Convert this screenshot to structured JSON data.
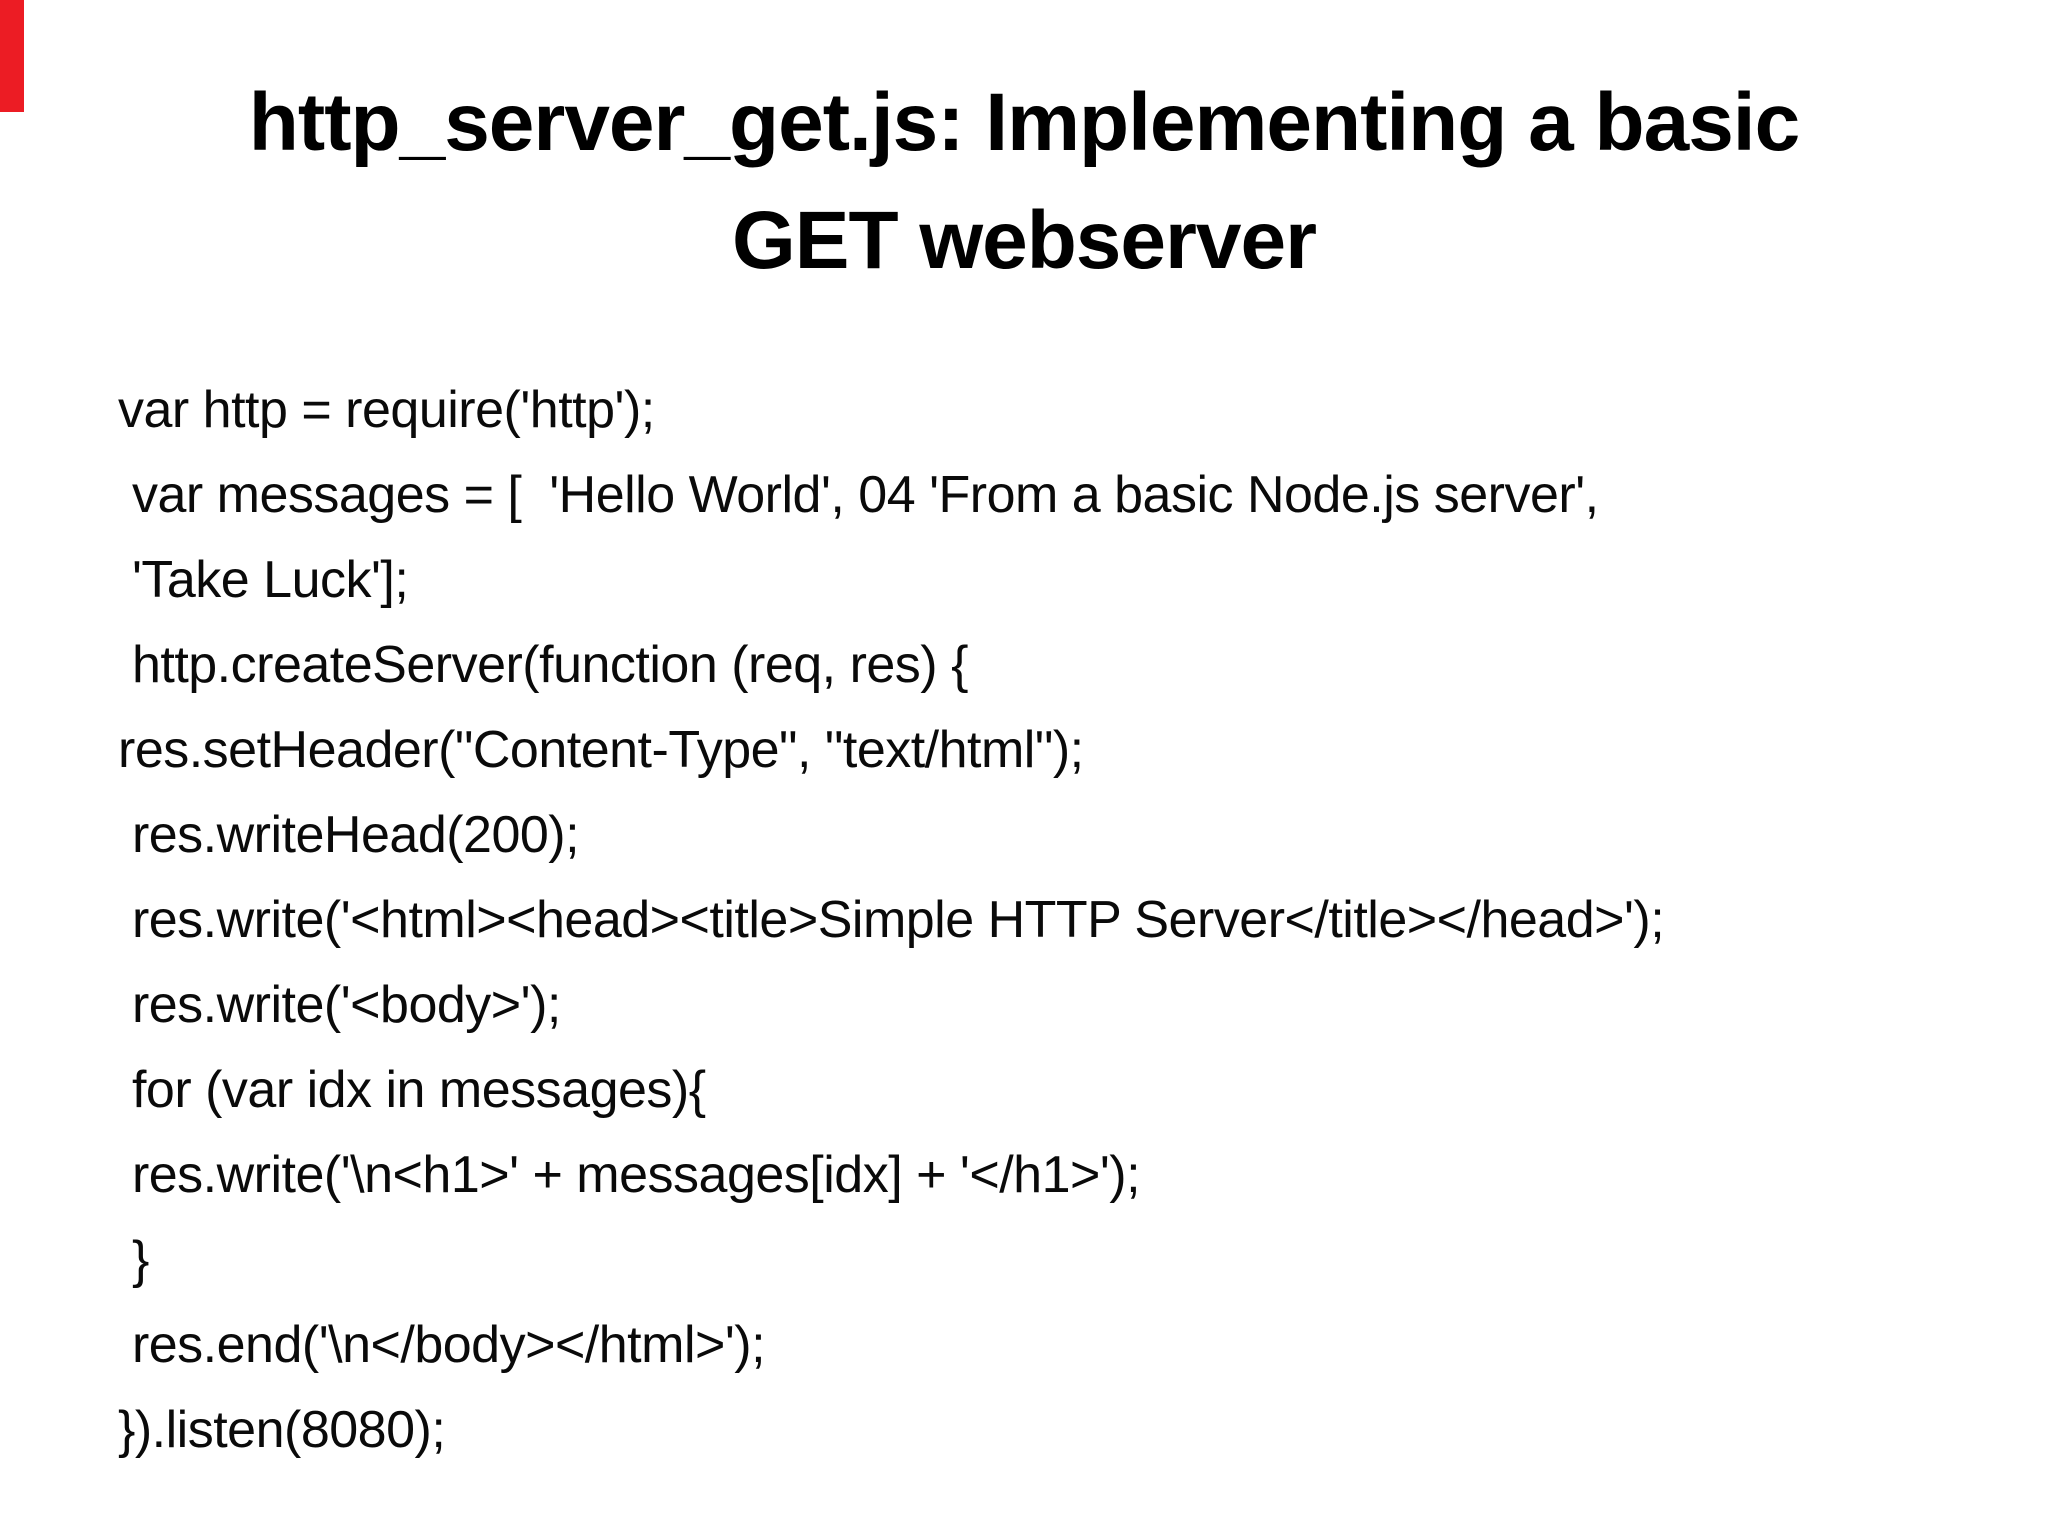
{
  "slide": {
    "accent_color": "#ec1c24",
    "title_line1": "http_server_get.js: Implementing a basic",
    "title_line2": "GET webserver",
    "code_lines": [
      "var http = require('http');",
      " var messages = [  'Hello World', 04 'From a basic Node.js server',",
      " 'Take Luck'];",
      " http.createServer(function (req, res) {",
      "res.setHeader(\"Content-Type\", \"text/html\");",
      " res.writeHead(200);",
      " res.write('<html><head><title>Simple HTTP Server</title></head>');",
      " res.write('<body>');",
      " for (var idx in messages){",
      " res.write('\\n<h1>' + messages[idx] + '</h1>');",
      " }",
      " res.end('\\n</body></html>');",
      "}).listen(8080);"
    ]
  }
}
